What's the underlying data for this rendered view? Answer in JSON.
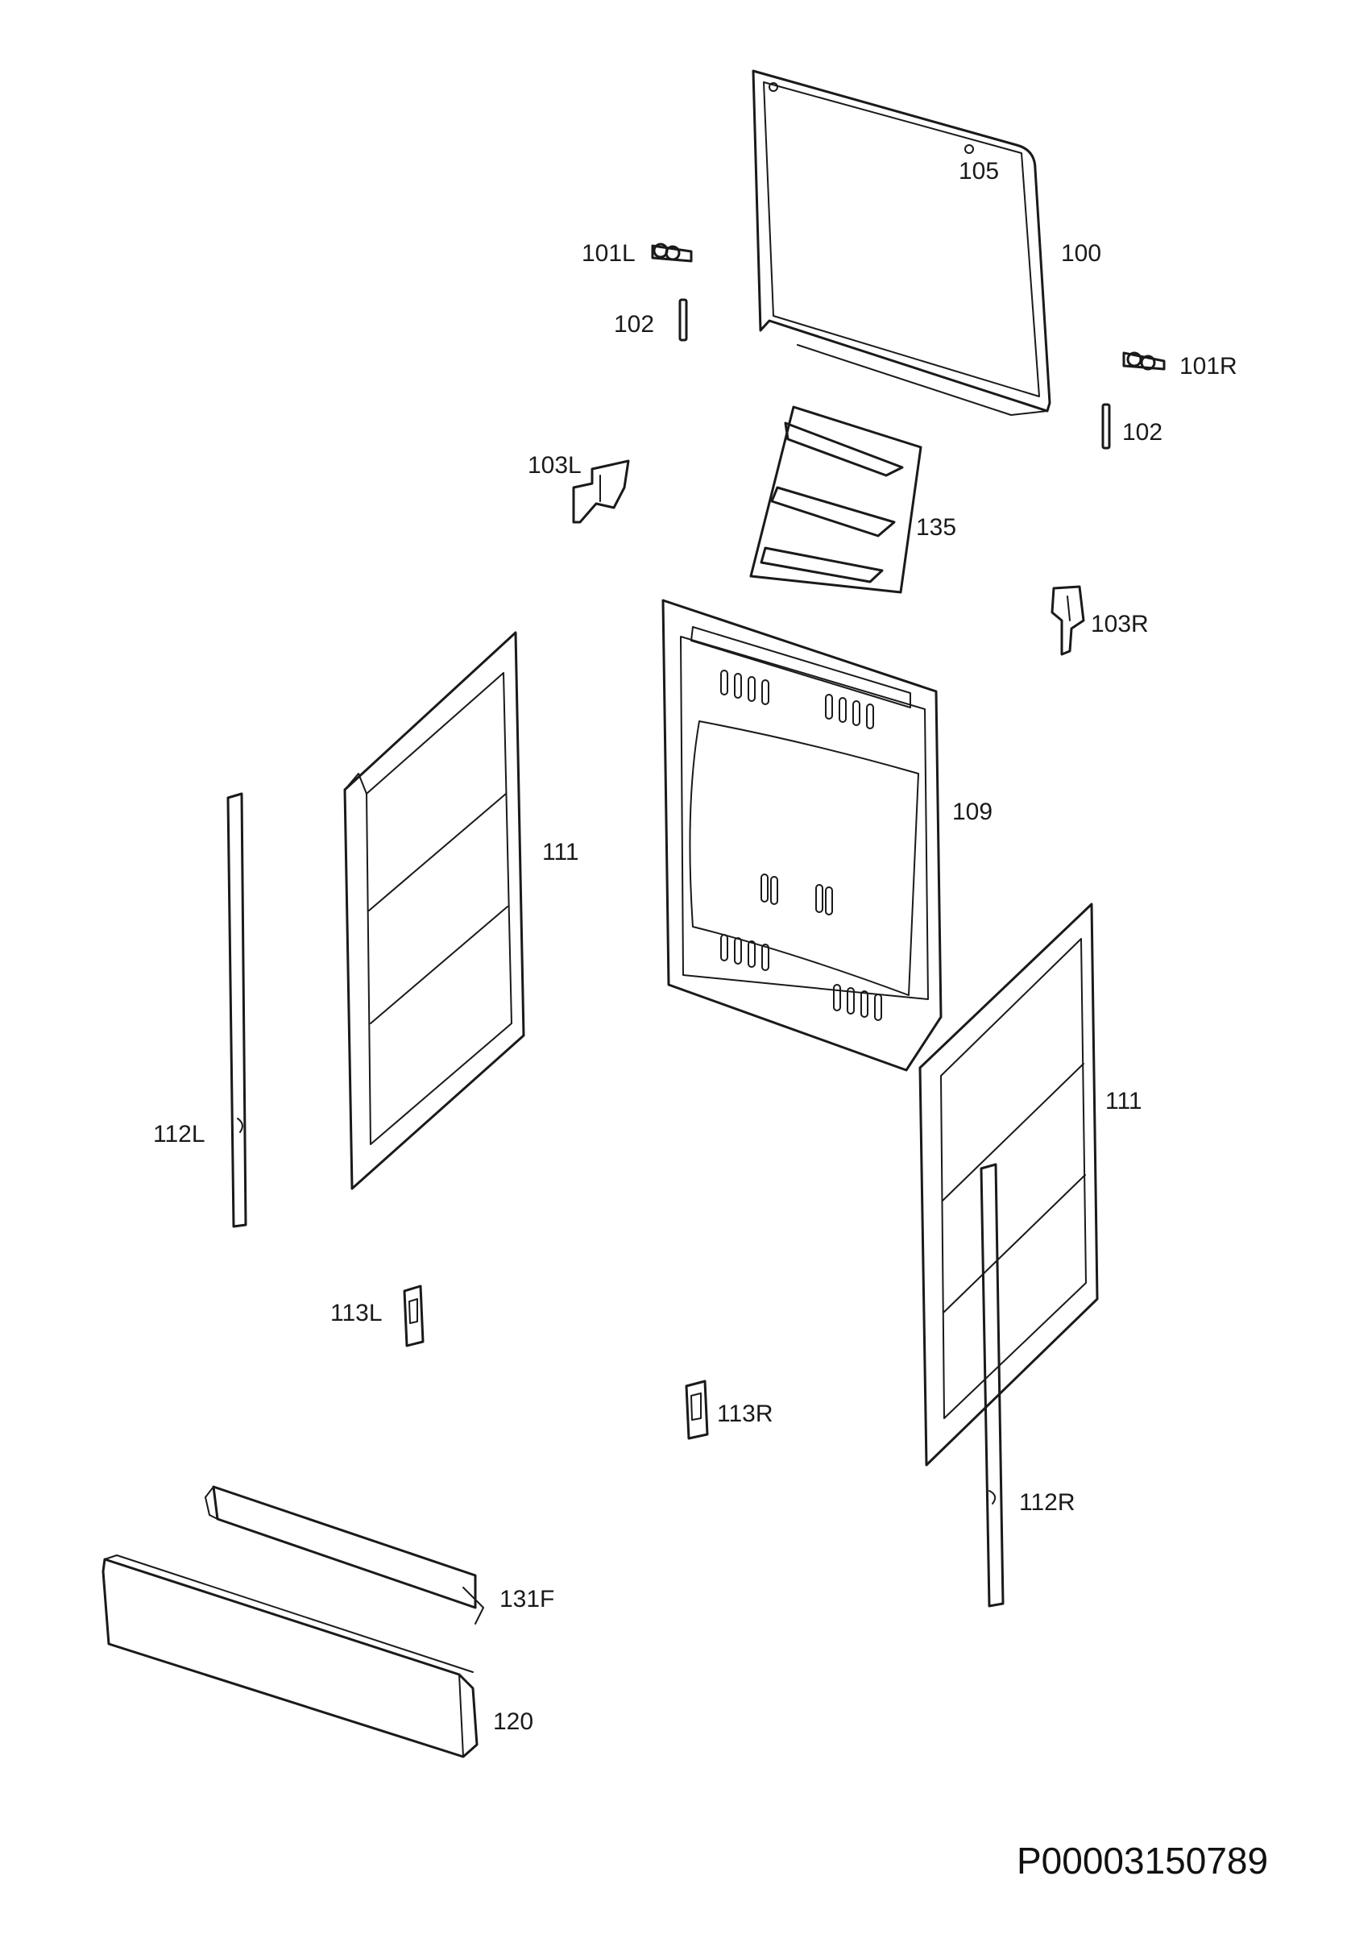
{
  "labels": {
    "p105": "105",
    "p100": "100",
    "p101L": "101L",
    "p102a": "102",
    "p101R": "101R",
    "p102b": "102",
    "p103L": "103L",
    "p135": "135",
    "p103R": "103R",
    "p109": "109",
    "p111a": "111",
    "p112L": "112L",
    "p111b": "111",
    "p113L": "113L",
    "p113R": "113R",
    "p112R": "112R",
    "p131F": "131F",
    "p120": "120"
  },
  "document_number": "P00003150789",
  "colors": {
    "line": "#1a1a1a",
    "background": "#ffffff"
  }
}
